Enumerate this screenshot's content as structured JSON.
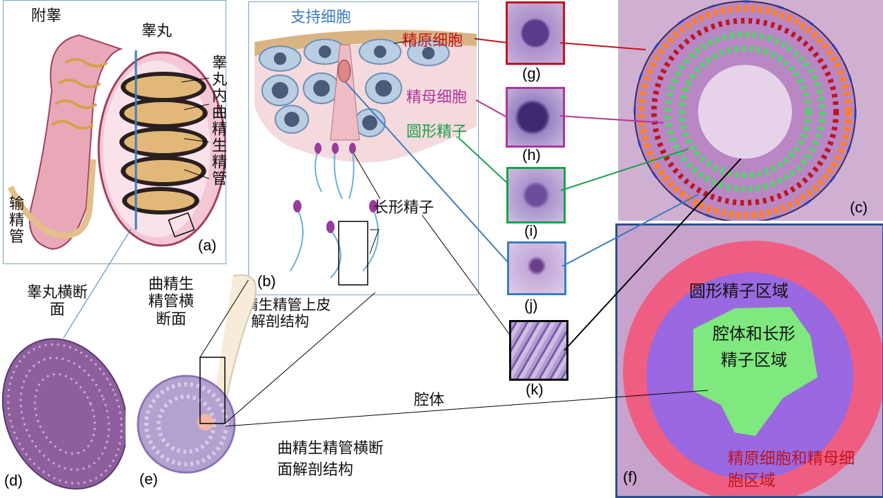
{
  "panels": {
    "a": {
      "letter": "(a)",
      "epididymis": "附睾",
      "testis": "睾丸",
      "tubule_vertical": "睾丸内曲精生精管",
      "vas": "输精管"
    },
    "b": {
      "letter": "(b)",
      "sertoli": "支持细胞",
      "spermatogonia": "精原细胞",
      "spermatocyte": "精母细胞",
      "round": "圆形精子",
      "elongated": "长形精子",
      "caption": "曲精生精管上皮解剖结构"
    },
    "c": {
      "letter": "(c)"
    },
    "d": {
      "letter": "(d)",
      "caption": "睾丸横断面"
    },
    "e": {
      "letter": "(e)",
      "caption_top": "曲精生精管横断面",
      "caption_bottom": "曲精生精管横断面解剖结构",
      "lumen": "腔体"
    },
    "f": {
      "letter": "(f)",
      "round_region": "圆形精子区域",
      "lumen_region": "腔体和长形精子区域",
      "outer_region": "精原细胞和精母细胞区域"
    },
    "cells": [
      {
        "letter": "(g)",
        "color": "#c0141c"
      },
      {
        "letter": "(h)",
        "color": "#b0339c"
      },
      {
        "letter": "(i)",
        "color": "#1aa04a"
      },
      {
        "letter": "(j)",
        "color": "#3a7cc0"
      },
      {
        "letter": "(k)",
        "color": "#000000"
      }
    ]
  },
  "colors": {
    "spermatogonia": "#c0141c",
    "spermatocyte": "#b0339c",
    "round": "#1aa04a",
    "sertoli": "#3a7cc0",
    "panel_f_border": "#2b4f8c"
  }
}
